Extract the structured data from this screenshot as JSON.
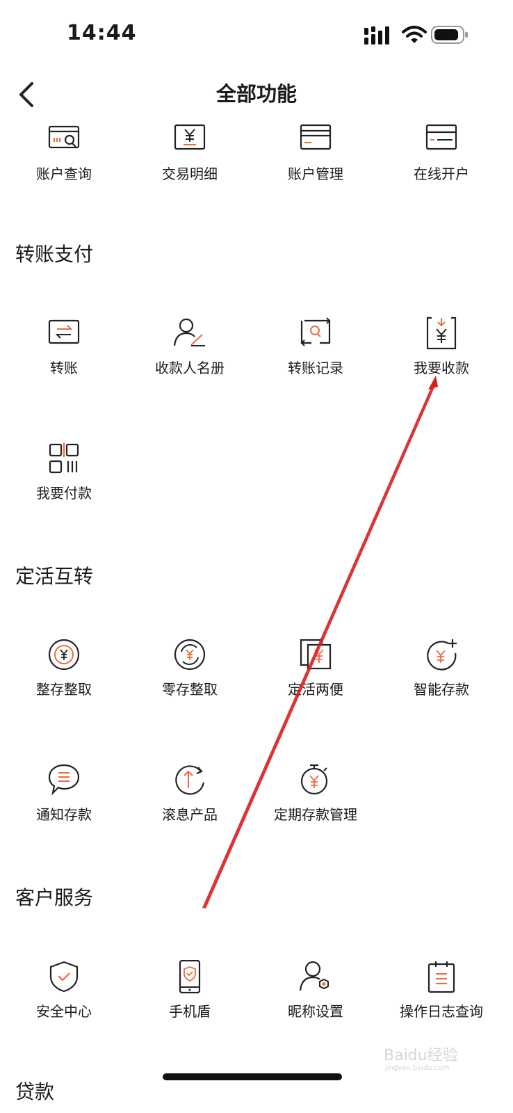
{
  "status_bar": {
    "time": "14:44"
  },
  "nav": {
    "title": "全部功能"
  },
  "top_items": [
    "账户查询",
    "交易明细",
    "账户管理",
    "在线开户"
  ],
  "sections": {
    "transfer": {
      "title": "转账支付",
      "items": [
        "转账",
        "收款人名册",
        "转账记录",
        "我要收款",
        "我要付款"
      ]
    },
    "deposit": {
      "title": "定活互转",
      "items": [
        "整存整取",
        "零存整取",
        "定活两便",
        "智能存款",
        "通知存款",
        "滚息产品",
        "定期存款管理"
      ]
    },
    "service": {
      "title": "客户服务",
      "items": [
        "安全中心",
        "手机盾",
        "昵称设置",
        "操作日志查询"
      ]
    },
    "loan": {
      "title": "贷款"
    }
  },
  "watermark": {
    "text": "Baidu经验",
    "sub": "jingyan.baidu.com"
  },
  "colors": {
    "accent": "#ec6c3c",
    "icon_stroke": "#222222",
    "annotation_arrow": "#d81e1e"
  }
}
